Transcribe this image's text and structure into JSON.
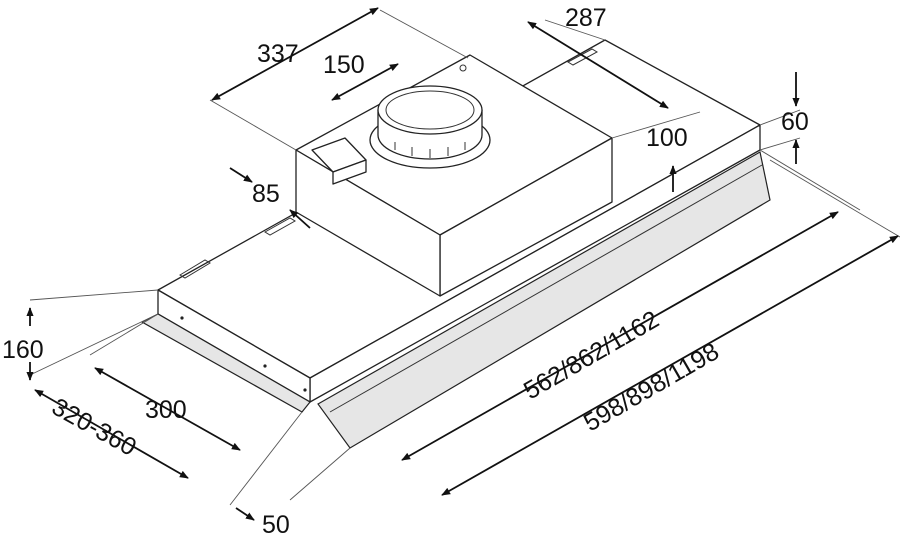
{
  "dimensions": {
    "d337": "337",
    "d287": "287",
    "d150": "150",
    "d100": "100",
    "d60": "60",
    "d85": "85",
    "d160": "160",
    "d300": "300",
    "d320_360": "320-360",
    "d50": "50",
    "d562": "562/862/1162",
    "d598": "598/898/1198"
  },
  "colors": {
    "line": "#222222",
    "text": "#111111",
    "background": "#ffffff"
  }
}
